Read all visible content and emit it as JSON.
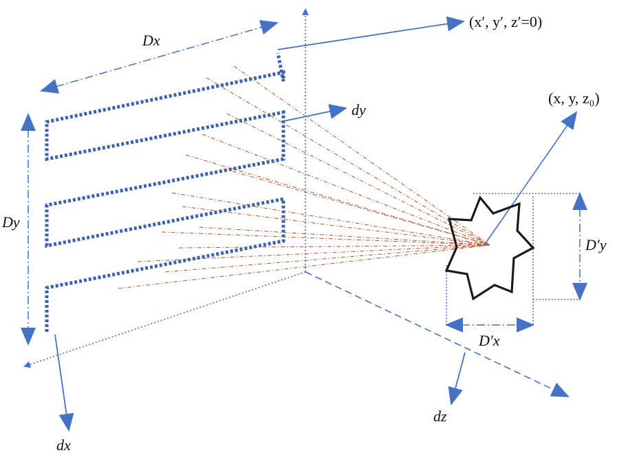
{
  "colors": {
    "axis": "#4472C4",
    "ray": "#B5532A",
    "object": "#1a1a1a",
    "text": "#111111"
  },
  "labels": {
    "dx_span": "Dx",
    "dy_span": "Dy",
    "dx_step": "dx",
    "dy_step": "dy",
    "dz_step": "dz",
    "hologram_plane": "(x′, y′, z′=0)",
    "object_point": "(x, y, z₀)",
    "object_width": "D′x",
    "object_height": "D′y"
  }
}
